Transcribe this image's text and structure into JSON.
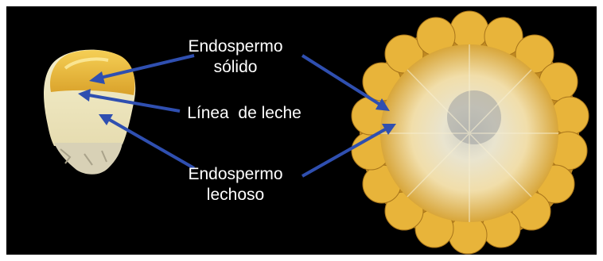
{
  "labels": {
    "solid_endosperm": {
      "line1": "Endospermo",
      "line2": "sólido"
    },
    "milk_line": "Línea  de leche",
    "milky_endosperm": {
      "line1": "Endospermo",
      "line2": "lechoso"
    }
  },
  "colors": {
    "background": "#000000",
    "arrow": "#2f4fb0",
    "solid_endosperm": "#e8b83a",
    "milky_endosperm": "#f3ecc4",
    "kernel_tip": "#d9d2ba"
  },
  "images": [
    "corn-kernel-image",
    "corn-cob-cross-section-image"
  ]
}
